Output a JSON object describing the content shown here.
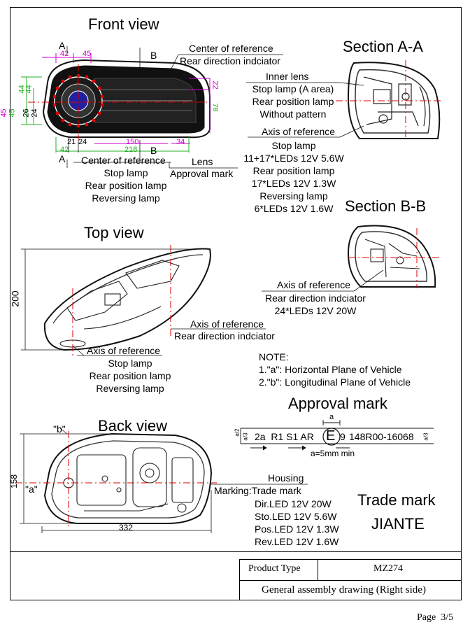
{
  "views": {
    "front": "Front view",
    "section_aa": "Section A-A",
    "section_bb": "Section B-B",
    "top": "Top view",
    "back": "Back view",
    "approval": "Approval mark",
    "trademark": "Trade mark"
  },
  "front": {
    "section_marks": {
      "a1": "A",
      "a2": "A",
      "b1": "B",
      "b2": "B"
    },
    "dims": {
      "d42t": "42",
      "d45t": "45",
      "d44a": "44",
      "d44b": "44",
      "d45l": "45",
      "d45l2": "45",
      "d26": "26",
      "d24": "24",
      "d22": "22",
      "d78": "78",
      "d150": "150",
      "d34": "34",
      "d21": "21",
      "d24b": "24",
      "d42b": "42",
      "d218": "218"
    },
    "center_ref": "Center of reference",
    "rear_dir": "Rear direction indciator",
    "lens": "Lens",
    "approval_mark": "Approval mark",
    "center_ref_bottom": "Center of reference",
    "bottom_lines": [
      "Stop lamp",
      "Rear position lamp",
      "Reversing lamp"
    ]
  },
  "section_aa_labels": {
    "inner_lens": "Inner lens",
    "lines": [
      "Stop lamp (A area)",
      "Rear position lamp",
      "Without pattern"
    ],
    "axis": "Axis of reference",
    "spec": [
      "Stop lamp",
      "11+17*LEDs 12V 5.6W",
      "Rear position lamp",
      "17*LEDs 12V 1.3W",
      "Reversing lamp",
      "6*LEDs 12V 1.6W"
    ]
  },
  "section_bb_labels": {
    "axis": "Axis of reference",
    "lines": [
      "Rear direction indciator",
      "24*LEDs 12V 20W"
    ]
  },
  "top": {
    "dim200": "200",
    "axis_right": "Axis of reference",
    "axis_right_sub": "Rear direction indciator",
    "axis_left": "Axis of reference",
    "left_lines": [
      "Stop lamp",
      "Rear position lamp",
      "Reversing lamp"
    ]
  },
  "note": {
    "title": "NOTE:",
    "lines": [
      "1.\"a\": Horizontal Plane of Vehicle",
      "2.\"b\": Longitudinal Plane of Vehicle"
    ]
  },
  "approval": {
    "a_top": "a",
    "a2": "a/2",
    "a3l": "a/3",
    "a3r": "a/3",
    "code_left": "2a  R1 S1 AR",
    "e_letter": "E",
    "e_num": "9",
    "code_right": "148R00-16068",
    "a_min": "a=5mm min"
  },
  "back": {
    "b_label": "\"b\"",
    "a_label": "\"a\"",
    "dim158": "158",
    "dim332": "332"
  },
  "housing": {
    "title": "Housing",
    "marking": "Marking:Trade mark",
    "lines": [
      "Dir.LED 12V 20W",
      "Sto.LED 12V 5.6W",
      "Pos.LED 12V 1.3W",
      "Rev.LED 12V 1.6W"
    ]
  },
  "trademark_name": "JIANTE",
  "titleblock": {
    "product_type_label": "Product Type",
    "product_type_value": "MZ274",
    "description": "General assembly drawing (Right side)"
  },
  "page": "Page  3/5",
  "colors": {
    "magenta": "#d000d0",
    "green": "#22b022",
    "red": "#e00000",
    "dark": "#111111"
  }
}
